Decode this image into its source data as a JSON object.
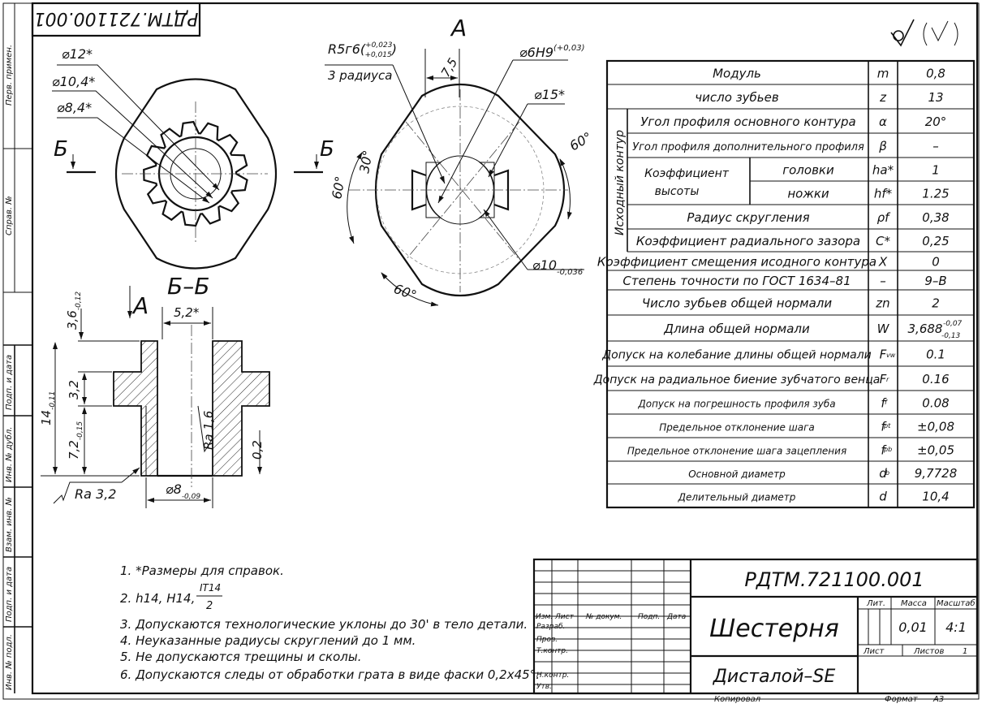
{
  "stamp_code_rotated": "РДТМ.721100.001",
  "roughness_symbol": "√(√)",
  "left_strip": {
    "perv_primen": "Перв. примен.",
    "sprav_no": "Справ. №",
    "podp_data_1": "Подп. и дата",
    "inv_dubl": "Инв. № дубл.",
    "vzam_inv": "Взам. инв. №",
    "podp_data_2": "Подп. и дата",
    "inv_podl": "Инв. № подл."
  },
  "view_front": {
    "d12": "⌀12*",
    "d104": "⌀10,4*",
    "d84": "⌀8,4*",
    "section_left": "Б",
    "section_right": "Б"
  },
  "view_a": {
    "label": "А",
    "r5g6_main": "R5г6(",
    "r5g6_up": "+0,023",
    "r5g6_lo": "+0,015",
    "r5g6_close": ")",
    "radii_note": "3 радиуса",
    "dim_75": "7,5",
    "d6h9_main": "⌀6Н9",
    "d6h9_tol": "(+0,03)",
    "d15": "⌀15*",
    "ang_60_right": "60°",
    "ang_30": "30°",
    "ang_60_left": "60°",
    "ang_60_bottom": "60°",
    "d10_main": "⌀10",
    "d10_tol": "-0,036"
  },
  "section_bb": {
    "label": "Б–Б",
    "arrow_label": "А",
    "dim_52": "5,2*",
    "dim_36_main": "3,6",
    "dim_36_tol": "-0,12",
    "dim_32": "3,2",
    "dim_14_main": "14",
    "dim_14_tol": "-0,11",
    "dim_72_main": "7,2",
    "dim_72_tol": "-0,15",
    "ra16": "Ra 1,6",
    "dim_02": "0,2",
    "ra32": "Ra 3,2",
    "d8_main": "⌀8",
    "d8_tol": "-0,09"
  },
  "params_table": {
    "group_label": "Исходный контур",
    "rows": [
      {
        "name": "Модуль",
        "sym": "m",
        "val": "0,8"
      },
      {
        "name": "число зубьев",
        "sym": "z",
        "val": "13"
      },
      {
        "name": "Угол профиля основного контура",
        "sym": "α",
        "val": "20°"
      },
      {
        "name": "Угол профиля дополнительного профиля",
        "sym": "β",
        "val": "–"
      },
      {
        "name": "головки",
        "sym": "ha*",
        "val": "1"
      },
      {
        "name": "ножки",
        "sym": "hf*",
        "val": "1.25"
      },
      {
        "name": "Радиус скругления",
        "sym": "ρf",
        "val": "0,38"
      },
      {
        "name": "Коэффициент радиального зазора",
        "sym": "C*",
        "val": "0,25"
      },
      {
        "name": "Коэффициент смещения исодного контура",
        "sym": "X",
        "val": "0"
      },
      {
        "name": "Степень точности по ГОСТ 1634–81",
        "sym": "–",
        "val": "9–В"
      },
      {
        "name": "Число зубьев общей нормали",
        "sym": "zn",
        "val": "2"
      },
      {
        "name": "Длина общей нормали",
        "sym": "W",
        "val": "3,688"
      },
      {
        "name": "Допуск на колебание длины общей нормали",
        "sym": "F",
        "val": "0.1"
      },
      {
        "name": "Допуск на радиальное биение зубчатого венца",
        "sym": "F",
        "val": "0.16"
      },
      {
        "name": "Допуск на погрешность профиля зуба",
        "sym": "f",
        "val": "0.08"
      },
      {
        "name": "Предельное отклонение шага",
        "sym": "f",
        "val": "±0,08"
      },
      {
        "name": "Предельное отклонение шага зацепления",
        "sym": "f",
        "val": "±0,05"
      },
      {
        "name": "Основной диаметр",
        "sym": "d",
        "val": "9,7728"
      },
      {
        "name": "Делительный диаметр",
        "sym": "d",
        "val": "10,4"
      }
    ],
    "height_coef_label_1": "Коэффициент",
    "height_coef_label_2": "высоты",
    "w_tol_up": "-0,07",
    "w_tol_lo": "-0,13",
    "sub_vw": "vw",
    "sub_r": "r",
    "sub_f": "f",
    "sub_pt": "pt",
    "sub_pb": "pb",
    "sub_b": "b"
  },
  "notes": {
    "n1": "1.  *Размеры для справок.",
    "n2_pre": "2.  h14, H14,",
    "n2_num": "IT14",
    "n2_den": "2",
    "n3": "3.  Допускаются технологические уклоны до 30' в тело детали.",
    "n4": "4.  Неуказанные радиусы скруглений до 1 мм.",
    "n5": "5.  Не допускаются трещины и сколы.",
    "n6": "6.  Допускаются следы от обработки грата в виде фаски 0,2x45°."
  },
  "title_block": {
    "code": "РДТМ.721100.001",
    "name": "Шестерня",
    "material": "Дисталой–SE",
    "lit": "Лит.",
    "massa": "Масса",
    "masshtab": "Масштаб",
    "mass_val": "0,01",
    "scale_val": "4:1",
    "list": "Лист",
    "listov": "Листов",
    "listov_val": "1",
    "izm": "Изм.",
    "list_col": "Лист",
    "doc_no": "№ докум.",
    "podp": "Подп.",
    "data": "Дата",
    "razrab": "Разраб.",
    "prov": "Пров.",
    "tkontr": "Т.контр.",
    "nkontr": "Н.контр.",
    "utv": "Утв.",
    "kopiroval": "Копировал",
    "format": "Формат",
    "format_val": "А3"
  }
}
